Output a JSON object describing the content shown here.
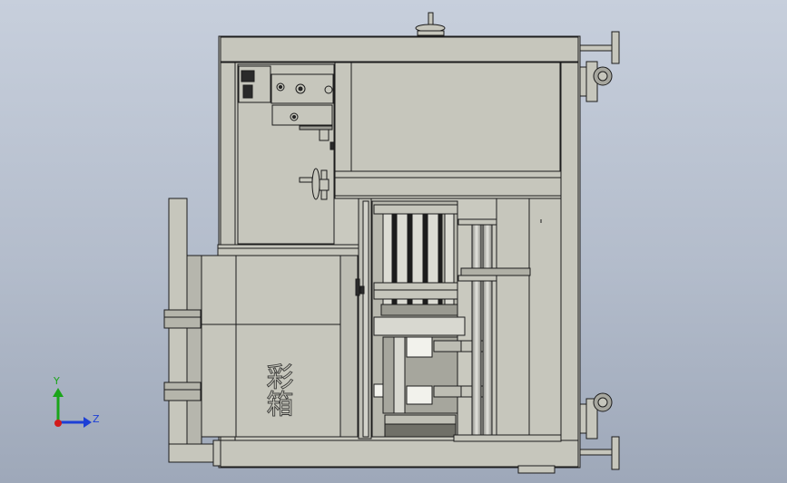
{
  "view": {
    "background_top": "#c7cfdc",
    "background_bottom": "#9ea8b9",
    "part_fill": "#c6c6bc",
    "part_dark": "#8f8f87",
    "edge_color": "#1c1c1c"
  },
  "model": {
    "engraved_text": "彩箱"
  },
  "triad": {
    "y_label": "Y",
    "z_label": "Z",
    "y_color": "#1aa51a",
    "z_color": "#1d3fd6",
    "x_color": "#d21b1b"
  }
}
